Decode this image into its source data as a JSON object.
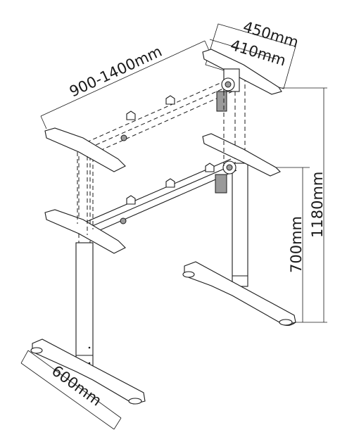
{
  "dimensions": {
    "width_range": "900-1400mm",
    "top_bracket_outer": "450mm",
    "top_bracket_inner": "410mm",
    "foot_length": "600mm",
    "min_height": "700mm",
    "max_height": "1180mm"
  }
}
